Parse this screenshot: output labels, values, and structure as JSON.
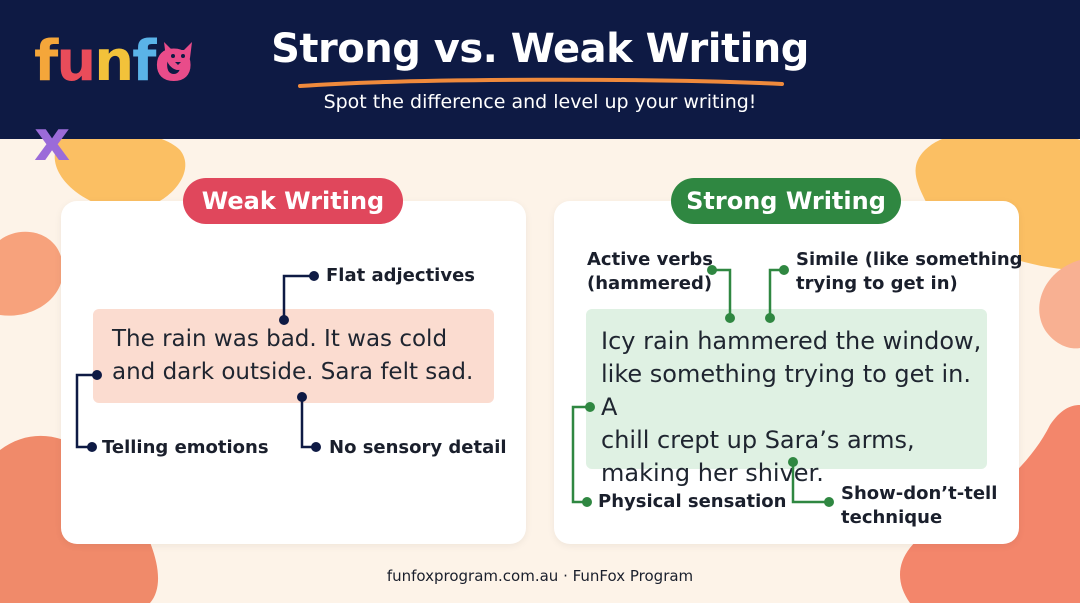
{
  "logo": {
    "text": "funfox"
  },
  "header": {
    "title": "Strong vs. Weak Writing",
    "subtitle": "Spot the difference and level up your writing!"
  },
  "weak": {
    "label": "Weak Writing",
    "sentence_line1": "The rain was bad. It was cold",
    "sentence_line2": "and dark outside. Sara felt sad.",
    "annotations": {
      "flat_adjectives": "Flat adjectives",
      "telling_emotions": "Telling emotions",
      "no_sensory_detail": "No sensory detail"
    }
  },
  "strong": {
    "label": "Strong Writing",
    "sentence_line1": "Icy rain hammered the window,",
    "sentence_line2": "like something trying to get in. A",
    "sentence_line3": "chill crept up Sara’s arms,",
    "sentence_line4": "making her shiver.",
    "annotations": {
      "active_verbs_line1": "Active verbs",
      "active_verbs_line2": "(hammered)",
      "simile_line1": "Simile (like something",
      "simile_line2": "trying to get in)",
      "physical_sensation": "Physical sensation",
      "show_dont_tell_line1": "Show-don’t-tell",
      "show_dont_tell_line2": "technique"
    }
  },
  "footer": {
    "text": "funfoxprogram.com.au · FunFox Program"
  },
  "colors": {
    "header_bg": "#0e1a44",
    "weak_accent": "#e0475c",
    "strong_accent": "#2f8741",
    "weak_highlight": "#fbdcd0",
    "strong_highlight": "#dff1e3",
    "underline": "#f08a3c"
  }
}
